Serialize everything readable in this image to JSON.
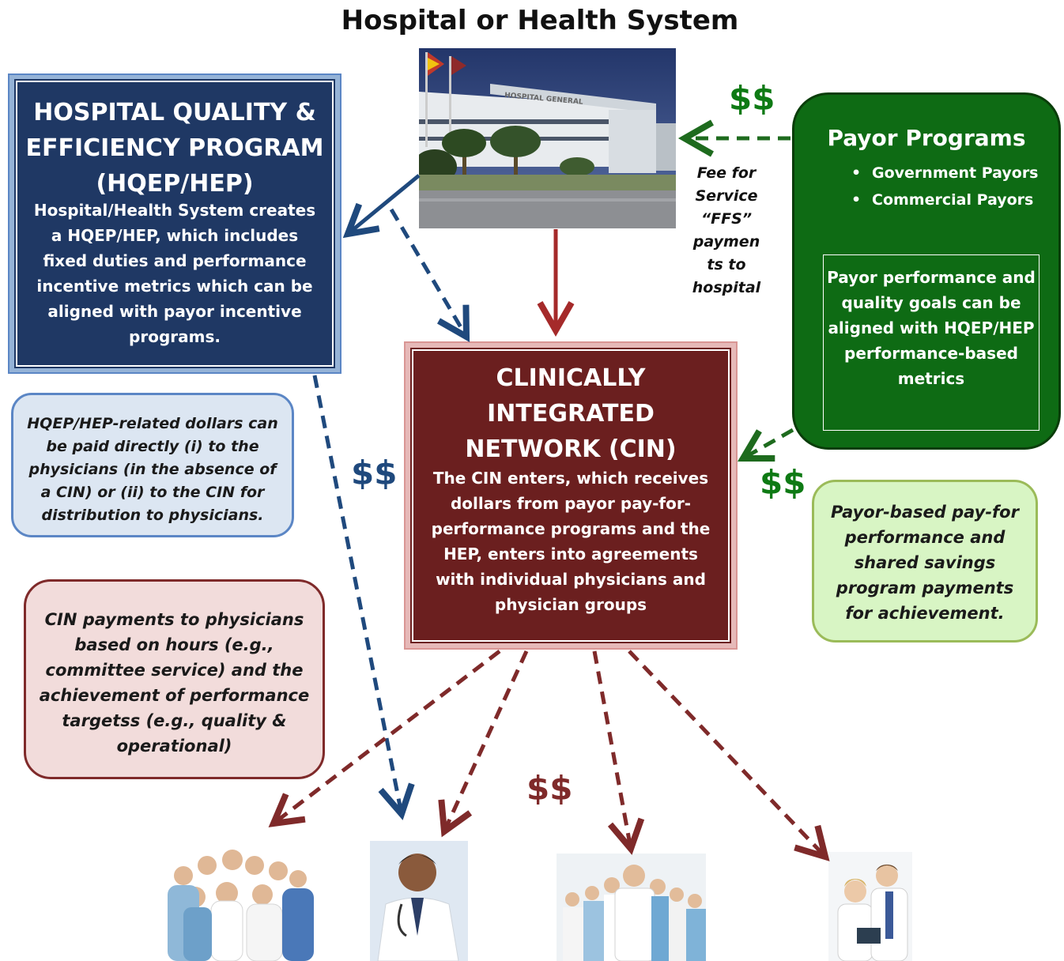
{
  "title": "Hospital or Health System",
  "hqep": {
    "title": "HOSPITAL QUALITY & EFFICIENCY PROGRAM (HQEP/HEP)",
    "body": "Hospital/Health System creates a HQEP/HEP, which includes fixed duties and performance incentive metrics which can be aligned with payor incentive programs."
  },
  "hqep_note": "HQEP/HEP-related dollars can be paid directly (i) to the physicians (in the absence of a CIN) or (ii) to the CIN for distribution to physicians.",
  "cin": {
    "title": "CLINICALLY INTEGRATED NETWORK (CIN)",
    "body": "The CIN enters, which receives dollars from payor pay-for-performance programs and the HEP, enters into agreements with individual physicians and physician groups"
  },
  "cin_note": "CIN payments to physicians based on hours (e.g., committee service) and the achievement of performance targetss (e.g., quality & operational)",
  "payor": {
    "title": "Payor Programs",
    "items": [
      "Government Payors",
      "Commercial Payors"
    ],
    "goals": "Payor performance and quality goals can be aligned with HQEP/HEP performance-based metrics"
  },
  "payor_note": "Payor-based pay-for performance and shared savings program payments for achievement.",
  "ffs_note": "Fee for Service “FFS” paymen ts to hospital",
  "dollars": {
    "payor": "$$",
    "hqep": "$$",
    "payor_cin": "$$",
    "cin": "$$"
  },
  "hospital_sign": "HOSPITAL GENERAL",
  "colors": {
    "hqep_navy": "#1f3864",
    "cin_maroon": "#6b1f1f",
    "payor_green": "#0e6b14",
    "arrow_blue": "#1f497d",
    "arrow_red": "#a52a2a",
    "arrow_green": "#1e6b1e",
    "arrow_maroon": "#7f2a2a"
  }
}
